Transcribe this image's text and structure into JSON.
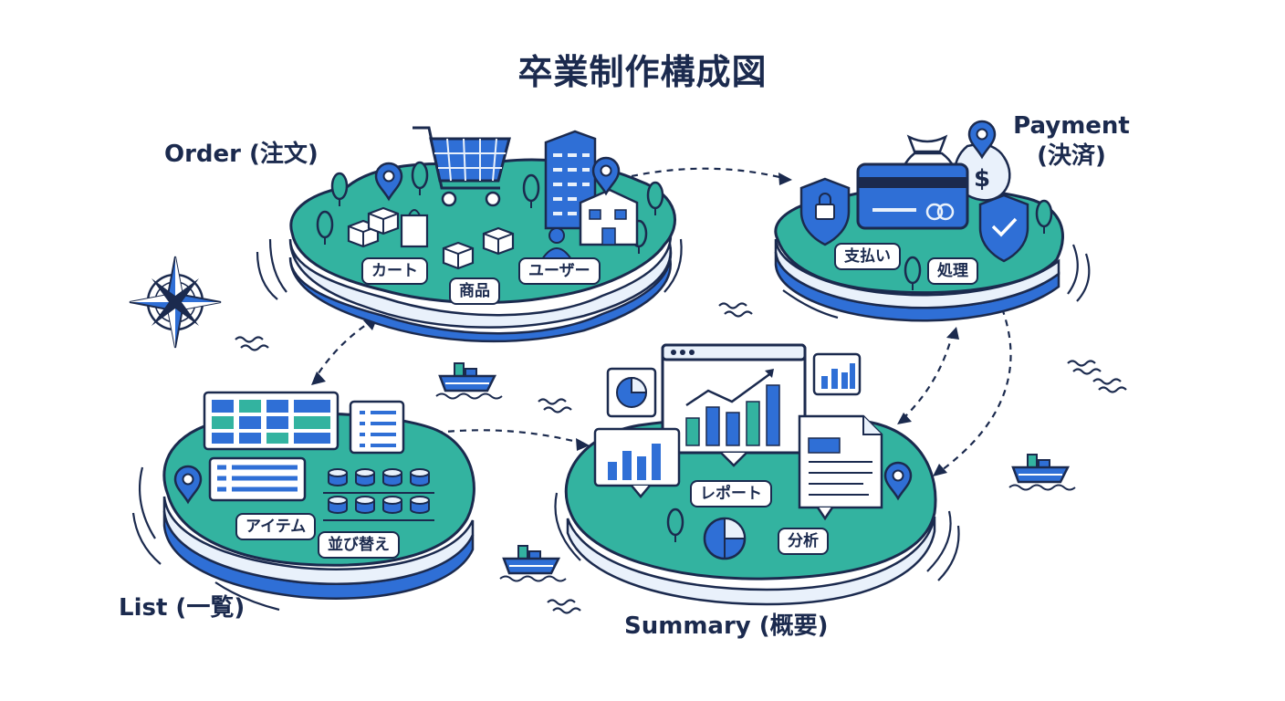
{
  "title": "卒業制作構成図",
  "colors": {
    "navy": "#1b2a4e",
    "teal": "#33b3a0",
    "blue": "#2f6fd6",
    "light_blue": "#e9f1fb",
    "white": "#ffffff"
  },
  "islands": {
    "order": {
      "name": "Order (注文)",
      "tags": [
        "カート",
        "商品",
        "ユーザー"
      ]
    },
    "payment": {
      "name_line1": "Payment",
      "name_line2": "(決済)",
      "tags": [
        "支払い",
        "処理"
      ]
    },
    "list": {
      "name": "List (一覧)",
      "tags": [
        "アイテム",
        "並び替え"
      ]
    },
    "summary": {
      "name": "Summary (概要)",
      "tags": [
        "レポート",
        "分析"
      ]
    }
  },
  "icons": [
    "compass-icon",
    "ship-icon",
    "shopping-cart-icon",
    "building-icon",
    "map-pin-icon",
    "box-icon",
    "user-icon",
    "credit-card-icon",
    "money-bag-icon",
    "lock-shield-icon",
    "check-shield-icon",
    "table-icon",
    "database-icon",
    "document-icon",
    "bar-chart-icon",
    "pie-chart-icon",
    "tree-icon"
  ]
}
